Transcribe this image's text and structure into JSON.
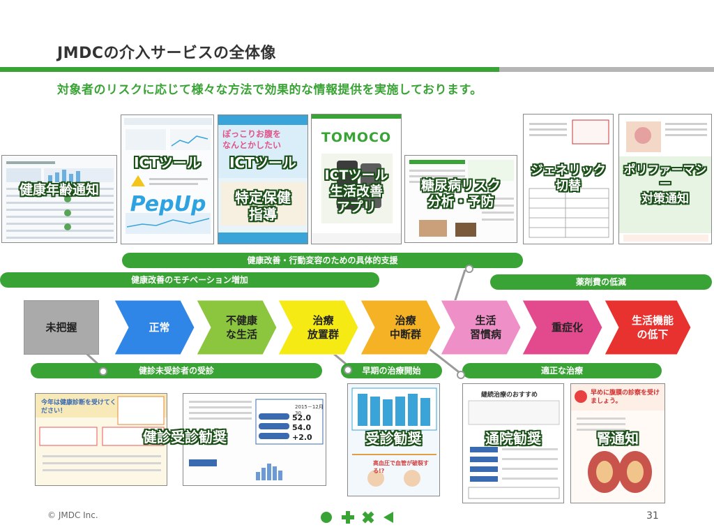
{
  "header": {
    "title": "JMDCの介入サービスの全体像",
    "subtitle": "対象者のリスクに応じて様々な方法で効果的な情報提供を実施しております。"
  },
  "top_thumbnails": [
    {
      "label": "健康年齢通知"
    },
    {
      "label": "ICTツール",
      "logo": "PepUp"
    },
    {
      "label": "ICTツール",
      "label2": "特定保健\n指導",
      "tagline": "ぽっこりお腹を\nなんとかしたい"
    },
    {
      "label": "ICTツール\n生活改善\nアプリ",
      "logo": "TOMOCO"
    },
    {
      "label": "糖尿病リスク\n分析・予防"
    },
    {
      "label": "ジェネリック\n切替"
    },
    {
      "label": "ポリファーマシー\n対策通知"
    }
  ],
  "pills": {
    "behavior_support": "健康改善・行動変容のための具体的支援",
    "motivation": "健康改善のモチベーション増加",
    "drug_cost": "薬剤費の低減",
    "checkup_encourage": "健診未受診者の受診",
    "early_treatment": "早期の治療開始",
    "proper_treatment": "適正な治療"
  },
  "stages": [
    {
      "label": "未把握",
      "color": "#aaaaaa",
      "text_color": "#222222"
    },
    {
      "label": "正常",
      "color": "#2f86e6",
      "text_color": "#ffffff"
    },
    {
      "label": "不健康\nな生活",
      "color": "#8cc63f",
      "text_color": "#222222"
    },
    {
      "label": "治療\n放置群",
      "color": "#f5ea14",
      "text_color": "#222222"
    },
    {
      "label": "治療\n中断群",
      "color": "#f4b224",
      "text_color": "#222222"
    },
    {
      "label": "生活\n習慣病",
      "color": "#ef8fc7",
      "text_color": "#222222"
    },
    {
      "label": "重症化",
      "color": "#e24a8d",
      "text_color": "#222222"
    },
    {
      "label": "生活機能\nの低下",
      "color": "#e8322f",
      "text_color": "#ffffff"
    }
  ],
  "bottom_thumbnails": [
    {
      "label": "健診受診勧奨",
      "doc_head": "今年は健康診断を受けてください！",
      "values": [
        "52.0",
        "54.0",
        "+2.0"
      ],
      "date": "2015－12月30"
    },
    {
      "label": "受診勧奨",
      "doc_head": "高血圧で血管が破裂する!?"
    },
    {
      "label": "通院勧奨",
      "doc_head": "継続治療のおすすめ"
    },
    {
      "label": "腎通知",
      "doc_head": "早めに腹膜の診察を受けましょう。"
    }
  ],
  "footer": {
    "copyright": "© JMDC Inc.",
    "page": "31"
  },
  "colors": {
    "accent_green": "#3aa335",
    "bar_gray": "#b5b5b5"
  }
}
